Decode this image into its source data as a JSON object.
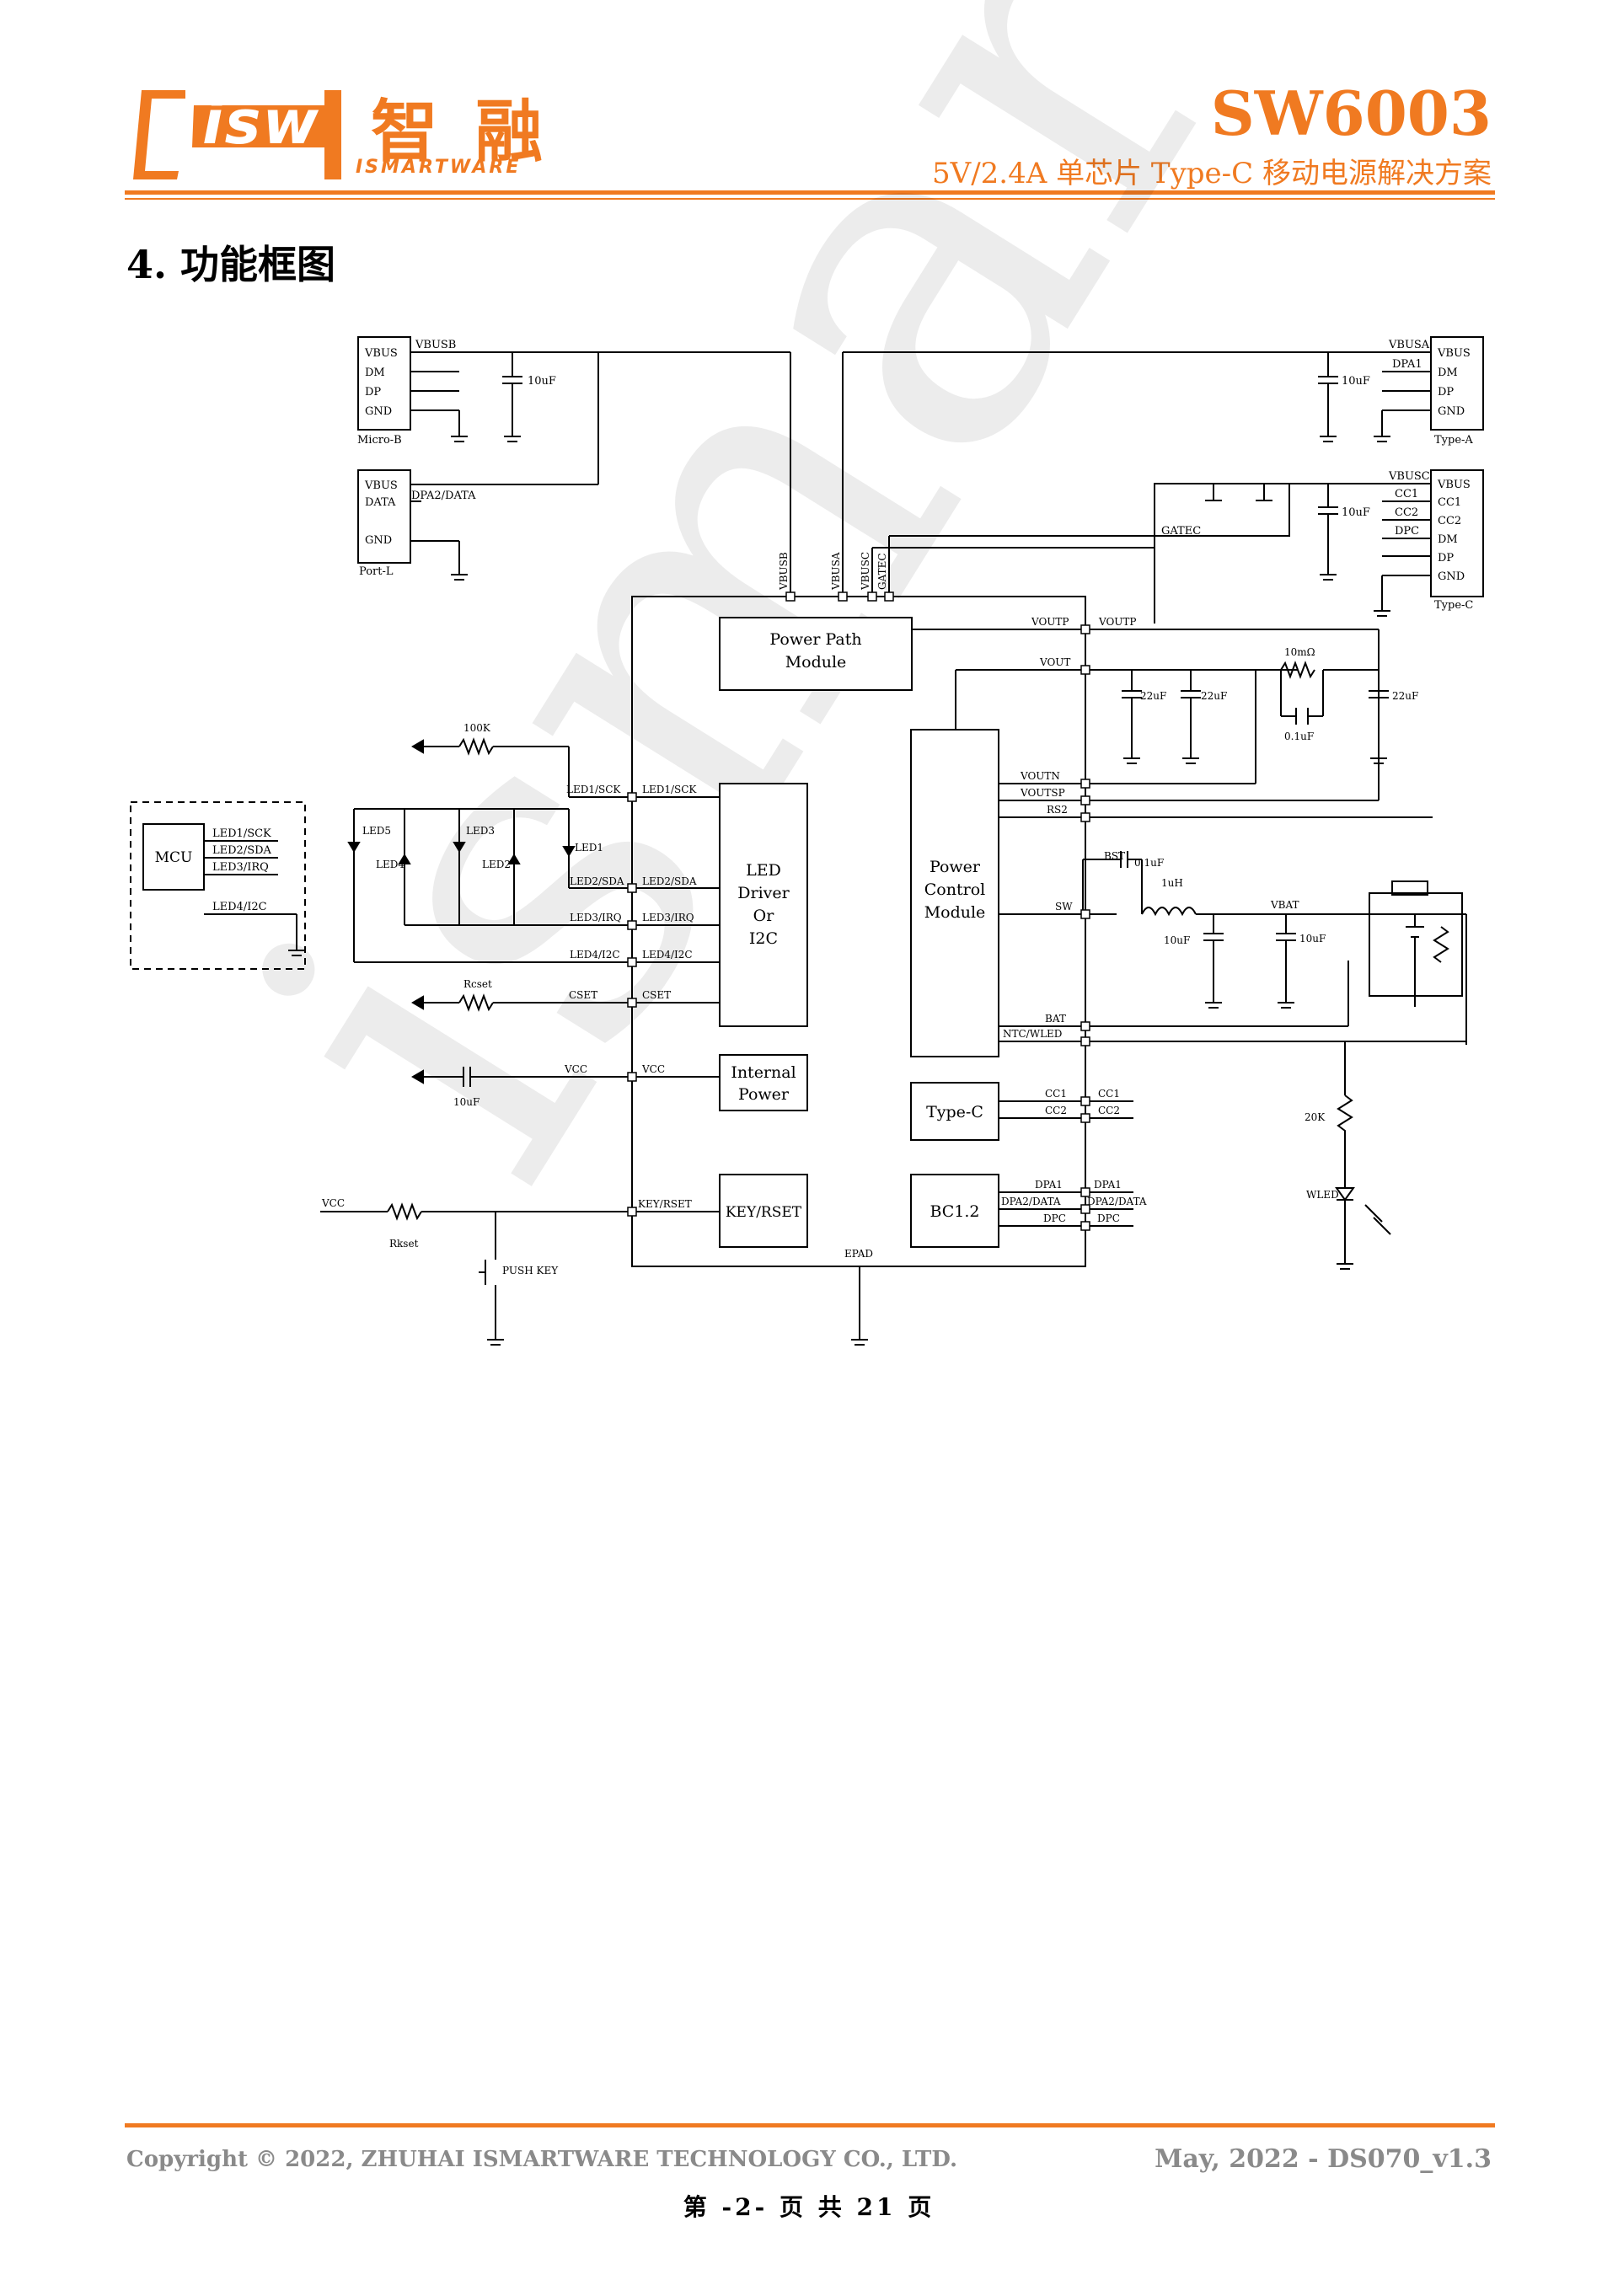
{
  "header": {
    "logo_text": "isw",
    "logo_cn": "智 融",
    "logo_sub": "ISMARTWARE",
    "title": "SW6003",
    "subtitle": "5V/2.4A 单芯片 Type-C 移动电源解决方案"
  },
  "section_title": "4. 功能框图",
  "watermark": "ismartware",
  "footer": {
    "copyright": "Copyright © 2022, ZHUHAI ISMARTWARE TECHNOLOGY CO., LTD.",
    "version": "May, 2022 - DS070_v1.3",
    "page": "第 -2- 页 共 21 页"
  },
  "colors": {
    "accent": "#f07a21"
  },
  "diagram": {
    "blocks": {
      "power_path": [
        "Power Path",
        "Module"
      ],
      "power_control": [
        "Power",
        "Control",
        "Module"
      ],
      "led_driver": [
        "LED",
        "Driver",
        "Or",
        "I2C"
      ],
      "internal_power": [
        "Internal",
        "Power"
      ],
      "typec": "Type-C",
      "bc12": "BC1.2",
      "key": "KEY/RSET",
      "mcu": "MCU"
    },
    "connectors": {
      "microb": {
        "pins": [
          "VBUS",
          "DM",
          "DP",
          "GND"
        ],
        "label": "Micro-B"
      },
      "portl": {
        "pins": [
          "VBUS",
          "DATA",
          "GND"
        ],
        "label": "Port-L"
      },
      "typea": {
        "pins": [
          "VBUS",
          "DM",
          "DP",
          "GND"
        ],
        "label": "Type-A"
      },
      "typec_conn": {
        "pins": [
          "VBUS",
          "CC1",
          "CC2",
          "DM",
          "DP",
          "GND"
        ],
        "label": "Type-C"
      }
    },
    "nets": {
      "vbusb": "VBUSB",
      "dpa2": "DPA2/DATA",
      "vbusa": "VBUSA",
      "dpa1": "DPA1",
      "vbusc": "VBUSC",
      "cc1": "CC1",
      "cc2": "CC2",
      "dpc": "DPC",
      "gatec": "GATEC",
      "vvbusb": "VBUSB",
      "vvbusa": "VBUSA",
      "vvbusc": "VBUSC",
      "vgatec": "GATEC",
      "voutp": "VOUTP",
      "vout": "VOUT",
      "voutn": "VOUTN",
      "voutsp": "VOUTSP",
      "rs2": "RS2",
      "sw": "SW",
      "bat": "BAT",
      "ntc": "NTC/WLED",
      "vbat": "VBAT",
      "bst": "BST",
      "led1": "LED1/SCK",
      "led2": "LED2/SDA",
      "led3": "LED3/IRQ",
      "led4": "LED4/I2C",
      "cset": "CSET",
      "vcc": "VCC",
      "keyrset": "KEY/RSET",
      "epad": "EPAD",
      "dpa1b": "DPA1",
      "dpa2b": "DPA2/DATA",
      "dpcb": "DPC",
      "mcu_led1": "LED1/SCK",
      "mcu_led2": "LED2/SDA",
      "mcu_led3": "LED3/IRQ",
      "mcu_led4": "LED4/I2C",
      "led5": "LED5",
      "led4n": "LED4",
      "led3n": "LED3",
      "led2n": "LED2",
      "led1n": "LED1",
      "wled": "WLED",
      "push_key": "PUSH KEY",
      "vcc_in": "VCC"
    },
    "components": {
      "c_microb": "10uF",
      "c_typea": "10uF",
      "c_typec": "10uF",
      "r_led": "100K",
      "r_cset": "Rcset",
      "c_vcc": "10uF",
      "r_key": "Rkset",
      "c_out1": "22uF",
      "c_out2": "22uF",
      "r_sense": "10mΩ",
      "c_sense": "0.1uF",
      "c_out3": "22uF",
      "c_bst": "0.1uF",
      "l_sw": "1uH",
      "c_sw": "10uF",
      "c_bat": "10uF",
      "r_ntc": "20K"
    }
  }
}
